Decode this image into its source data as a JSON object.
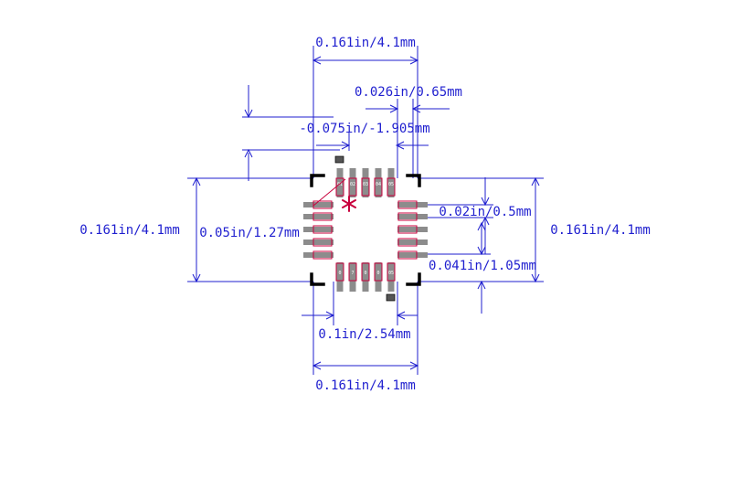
{
  "colors": {
    "dimension": "#1f1fcf",
    "outline": "#000000",
    "pad": "#8c8c8c",
    "copper": "#c8003c",
    "marker": "#c8003c"
  },
  "marker_icon": "asterisk-pin1-marker",
  "dimensions": {
    "top_width": "0.161in/4.1mm",
    "pitch": "0.026in/0.65mm",
    "offset": "-0.075in/-1.905mm",
    "left_height": "0.161in/4.1mm",
    "left_inner": "0.05in/1.27mm",
    "pad_width": "0.02in/0.5mm",
    "right_height": "0.161in/4.1mm",
    "pad_length": "0.041in/1.05mm",
    "bottom_spacing": "0.1in/2.54mm",
    "bottom_width": "0.161in/4.1mm"
  },
  "pads": {
    "top": [
      "01",
      "02",
      "03",
      "04",
      "05"
    ],
    "bottom": [
      "0",
      "7",
      "0",
      "0",
      "05"
    ]
  }
}
